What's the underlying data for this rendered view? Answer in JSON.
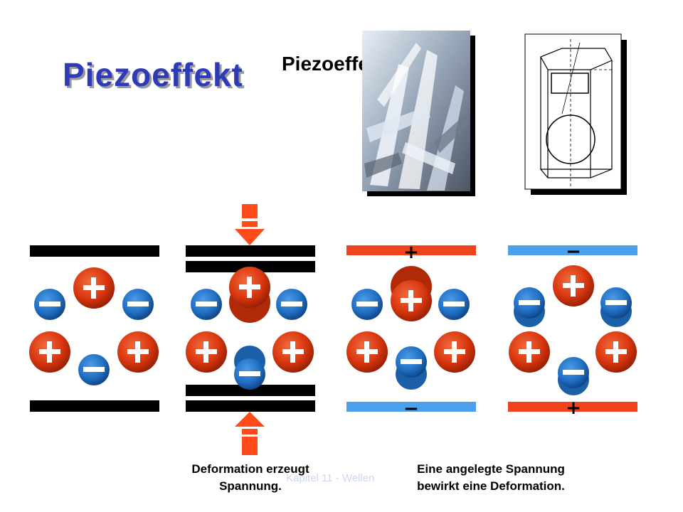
{
  "title": "Piezoeffekt",
  "subtitle": "Piezoeffekt",
  "footer": "Kapitel 11 - Wellen",
  "captions": {
    "left": [
      "Deformation erzeugt",
      "Spannung."
    ],
    "right": [
      "Eine angelegte Spannung",
      "bewirkt eine Deformation."
    ]
  },
  "plate_labels": {
    "panel3_top": "+",
    "panel3_bottom": "−",
    "panel4_top": "−",
    "panel4_bottom": "+"
  },
  "colors": {
    "positive_ion": "#d8360e",
    "negative_ion": "#1f6fc4",
    "plate_neutral": "#000000",
    "plate_red": "#f0431c",
    "plate_blue": "#4aa0ea",
    "force_arrow": "#ff4a1a",
    "title": "#2f3ab8"
  },
  "images": {
    "crystal_photo": "quartz-crystal-photo",
    "crystal_drawing": "crystal-axes-drawing"
  }
}
